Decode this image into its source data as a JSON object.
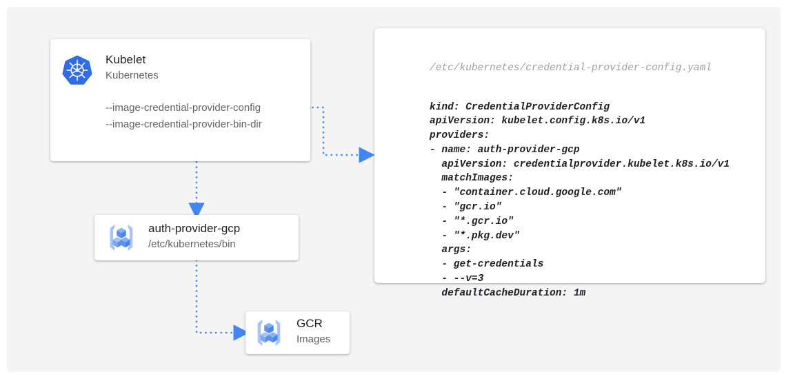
{
  "canvas": {
    "background": "#f4f4f4",
    "page_background": "#ffffff"
  },
  "accent": {
    "blue": "#4285f4",
    "k8s_blue": "#326ce5",
    "icon_light": "#a7c3f5",
    "icon_mid": "#5c8ff0"
  },
  "kubelet_card": {
    "icon": "kubernetes-logo-icon",
    "title": "Kubelet",
    "subtitle": "Kubernetes",
    "flags": [
      "--image-credential-provider-config",
      "--image-credential-provider-bin-dir"
    ]
  },
  "auth_provider_card": {
    "icon": "container-registry-icon",
    "title": "auth-provider-gcp",
    "subtitle": "/etc/kubernetes/bin"
  },
  "gcr_card": {
    "icon": "container-registry-icon",
    "title": "GCR",
    "subtitle": "Images"
  },
  "yaml_card": {
    "path": "/etc/kubernetes/credential-provider-config.yaml",
    "code": "kind: CredentialProviderConfig\napiVersion: kubelet.config.k8s.io/v1\nproviders:\n- name: auth-provider-gcp\n  apiVersion: credentialprovider.kubelet.k8s.io/v1\n  matchImages:\n  - \"container.cloud.google.com\"\n  - \"gcr.io\"\n  - \"*.gcr.io\"\n  - \"*.pkg.dev\"\n  args:\n  - get-credentials\n  - --v=3\n  defaultCacheDuration: 1m"
  },
  "connectors": [
    {
      "name": "kubelet-to-config",
      "from": "kubelet_card",
      "to": "yaml_card",
      "style": "dotted",
      "arrow": "right"
    },
    {
      "name": "kubelet-to-auth-provider",
      "from": "kubelet_card",
      "to": "auth_provider_card",
      "style": "dotted",
      "arrow": "down"
    },
    {
      "name": "auth-provider-to-gcr",
      "from": "auth_provider_card",
      "to": "gcr_card",
      "style": "dotted",
      "arrow": "right"
    }
  ]
}
